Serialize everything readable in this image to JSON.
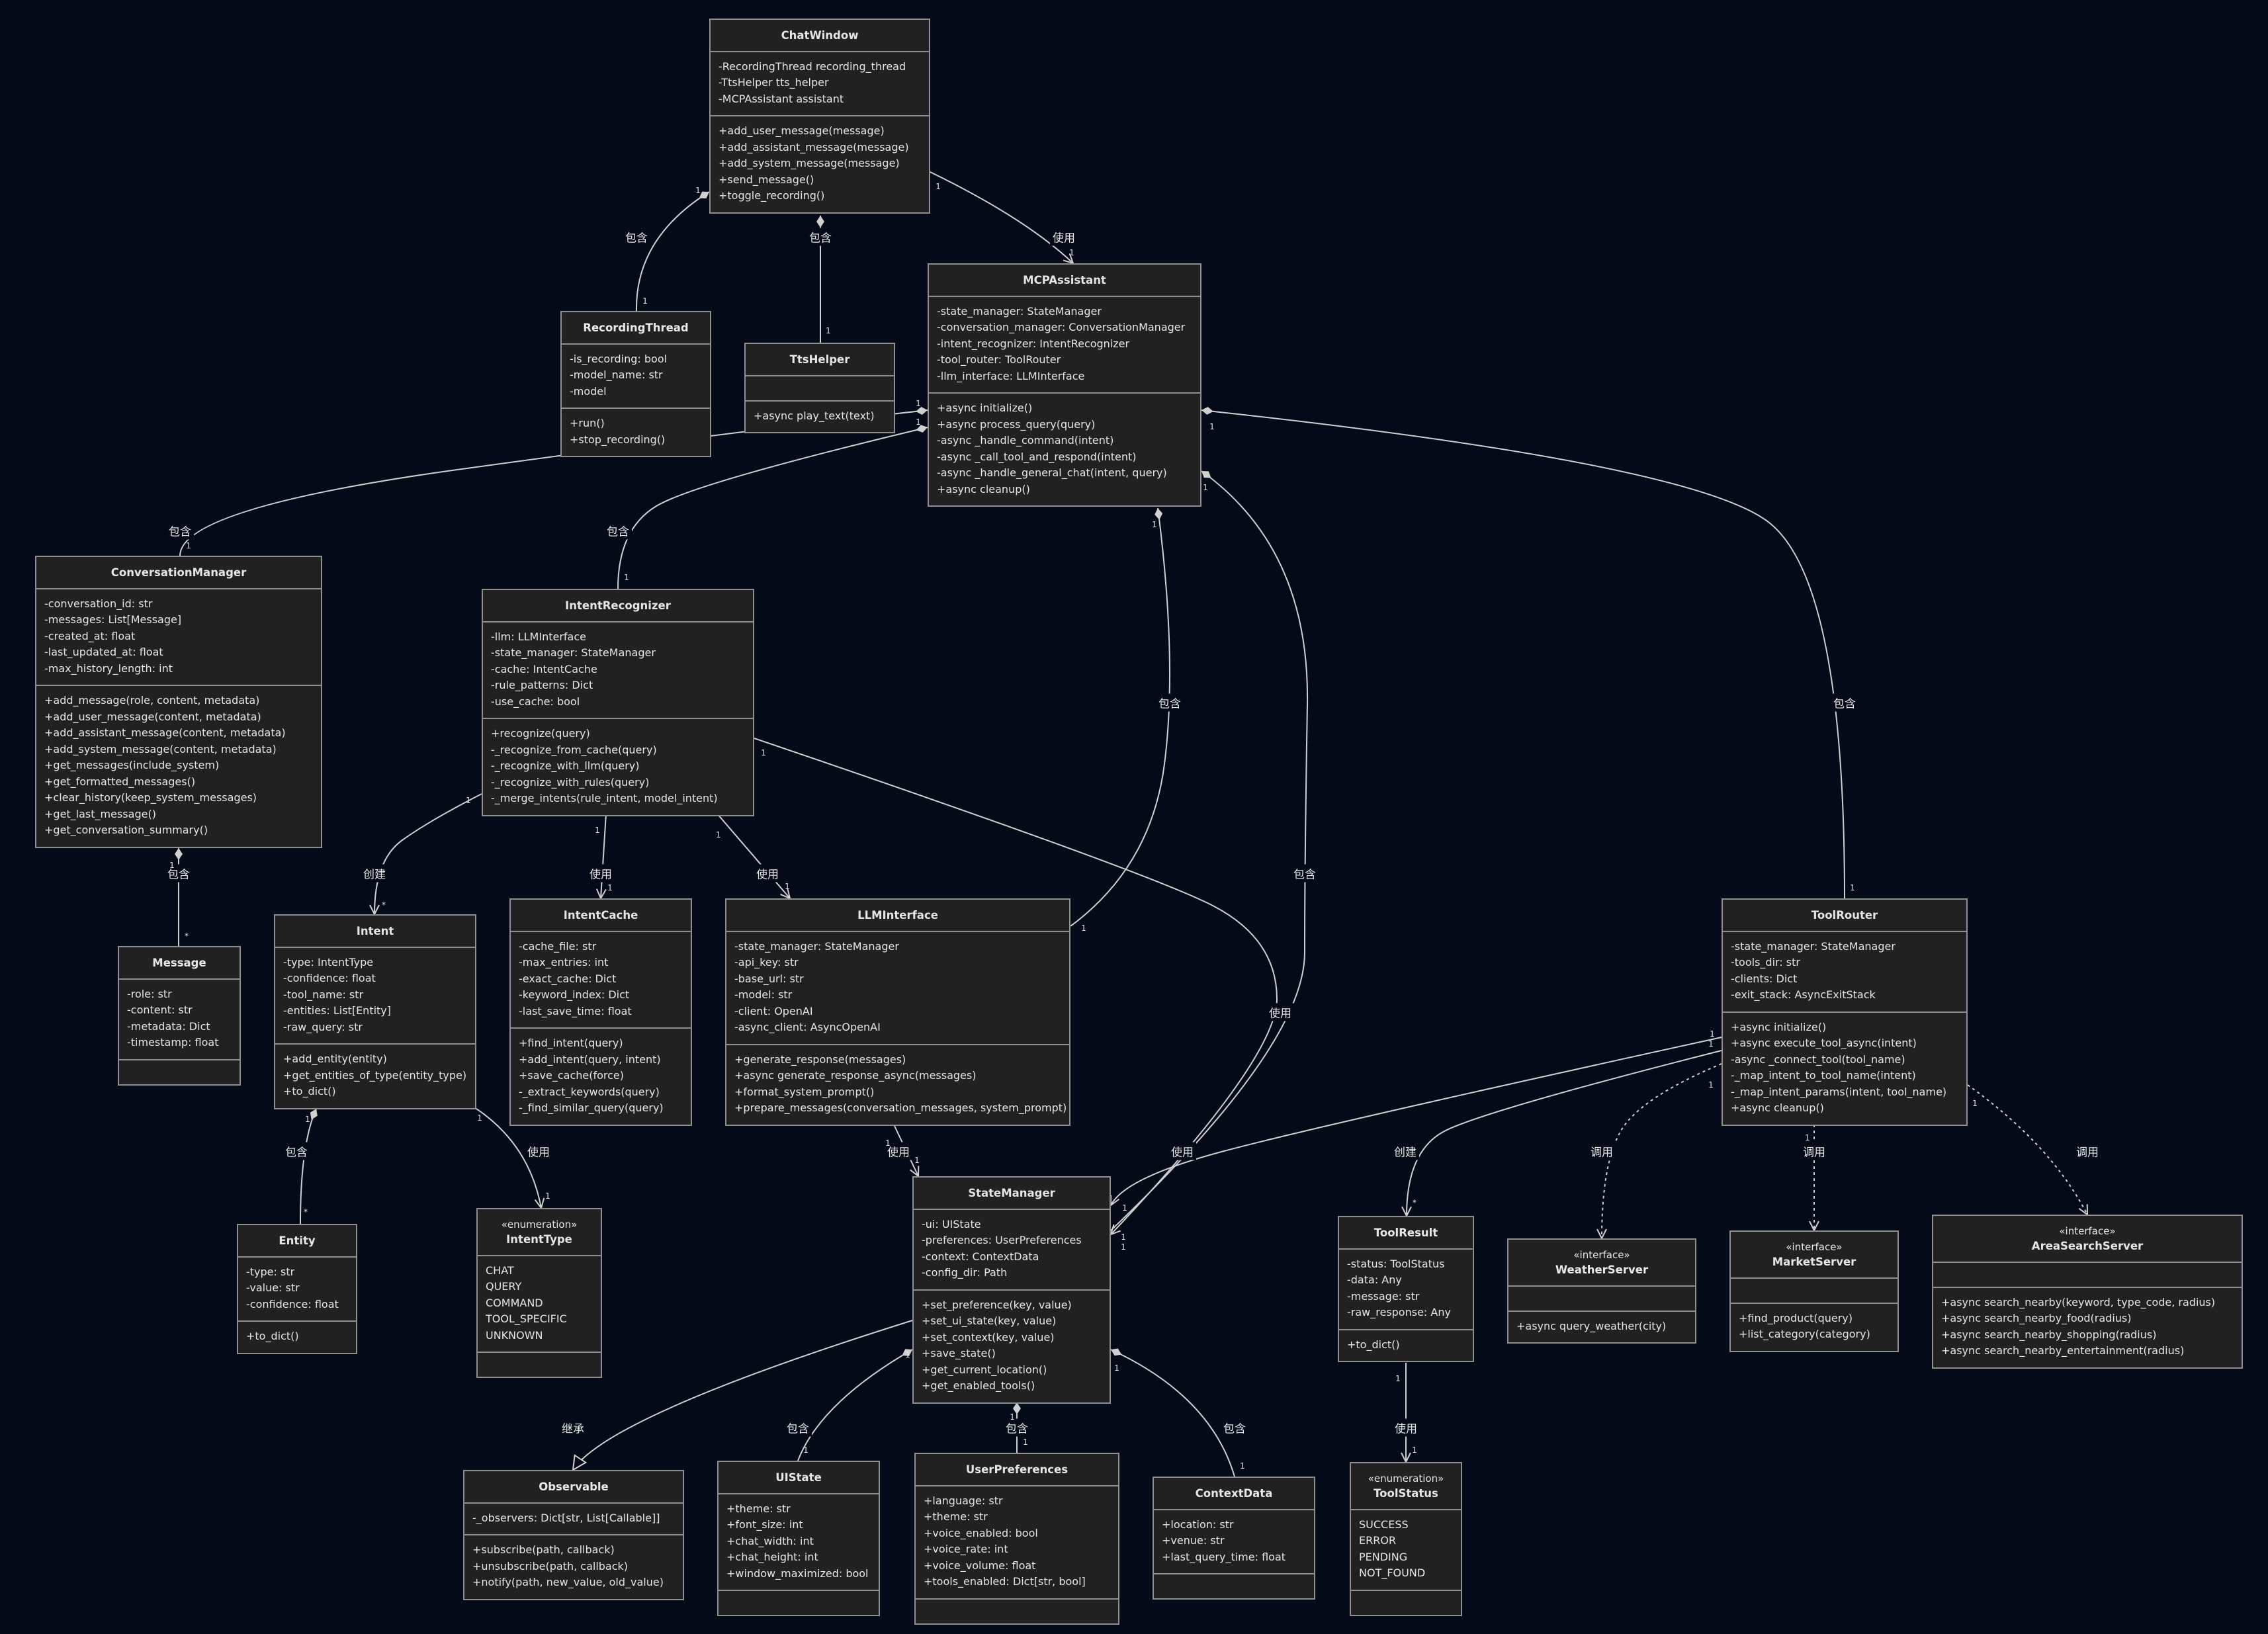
{
  "classes": {
    "chatwindow": {
      "name": "ChatWindow",
      "attrs": [
        "-RecordingThread recording_thread",
        "-TtsHelper tts_helper",
        "-MCPAssistant assistant"
      ],
      "methods": [
        "+add_user_message(message)",
        "+add_assistant_message(message)",
        "+add_system_message(message)",
        "+send_message()",
        "+toggle_recording()"
      ]
    },
    "recordingthread": {
      "name": "RecordingThread",
      "attrs": [
        "-is_recording: bool",
        "-model_name: str",
        "-model"
      ],
      "methods": [
        "+run()",
        "+stop_recording()"
      ]
    },
    "ttshelper": {
      "name": "TtsHelper",
      "attrs": [],
      "methods": [
        "+async play_text(text)"
      ]
    },
    "mcpassistant": {
      "name": "MCPAssistant",
      "attrs": [
        "-state_manager: StateManager",
        "-conversation_manager: ConversationManager",
        "-intent_recognizer: IntentRecognizer",
        "-tool_router: ToolRouter",
        "-llm_interface: LLMInterface"
      ],
      "methods": [
        "+async initialize()",
        "+async process_query(query)",
        "-async _handle_command(intent)",
        "-async _call_tool_and_respond(intent)",
        "-async _handle_general_chat(intent, query)",
        "+async cleanup()"
      ]
    },
    "conversationmanager": {
      "name": "ConversationManager",
      "attrs": [
        "-conversation_id: str",
        "-messages: List[Message]",
        "-created_at: float",
        "-last_updated_at: float",
        "-max_history_length: int"
      ],
      "methods": [
        "+add_message(role, content, metadata)",
        "+add_user_message(content, metadata)",
        "+add_assistant_message(content, metadata)",
        "+add_system_message(content, metadata)",
        "+get_messages(include_system)",
        "+get_formatted_messages()",
        "+clear_history(keep_system_messages)",
        "+get_last_message()",
        "+get_conversation_summary()"
      ]
    },
    "message": {
      "name": "Message",
      "attrs": [
        "-role: str",
        "-content: str",
        "-metadata: Dict",
        "-timestamp: float"
      ],
      "methods": []
    },
    "intentrecognizer": {
      "name": "IntentRecognizer",
      "attrs": [
        "-llm: LLMInterface",
        "-state_manager: StateManager",
        "-cache: IntentCache",
        "-rule_patterns: Dict",
        "-use_cache: bool"
      ],
      "methods": [
        "+recognize(query)",
        "-_recognize_from_cache(query)",
        "-_recognize_with_llm(query)",
        "-_recognize_with_rules(query)",
        "-_merge_intents(rule_intent, model_intent)"
      ]
    },
    "intent": {
      "name": "Intent",
      "attrs": [
        "-type: IntentType",
        "-confidence: float",
        "-tool_name: str",
        "-entities: List[Entity]",
        "-raw_query: str"
      ],
      "methods": [
        "+add_entity(entity)",
        "+get_entities_of_type(entity_type)",
        "+to_dict()"
      ]
    },
    "intentcache": {
      "name": "IntentCache",
      "attrs": [
        "-cache_file: str",
        "-max_entries: int",
        "-exact_cache: Dict",
        "-keyword_index: Dict",
        "-last_save_time: float"
      ],
      "methods": [
        "+find_intent(query)",
        "+add_intent(query, intent)",
        "+save_cache(force)",
        "-_extract_keywords(query)",
        "-_find_similar_query(query)"
      ]
    },
    "llminterface": {
      "name": "LLMInterface",
      "attrs": [
        "-state_manager: StateManager",
        "-api_key: str",
        "-base_url: str",
        "-model: str",
        "-client: OpenAI",
        "-async_client: AsyncOpenAI"
      ],
      "methods": [
        "+generate_response(messages)",
        "+async generate_response_async(messages)",
        "+format_system_prompt()",
        "+prepare_messages(conversation_messages, system_prompt)"
      ]
    },
    "toolrouter": {
      "name": "ToolRouter",
      "attrs": [
        "-state_manager: StateManager",
        "-tools_dir: str",
        "-clients: Dict",
        "-exit_stack: AsyncExitStack"
      ],
      "methods": [
        "+async initialize()",
        "+async execute_tool_async(intent)",
        "-async _connect_tool(tool_name)",
        "-_map_intent_to_tool_name(intent)",
        "-_map_intent_params(intent, tool_name)",
        "+async cleanup()"
      ]
    },
    "entity": {
      "name": "Entity",
      "attrs": [
        "-type: str",
        "-value: str",
        "-confidence: float"
      ],
      "methods": [
        "+to_dict()"
      ]
    },
    "intenttype": {
      "name": "IntentType",
      "stereotype": "«enumeration»",
      "attrs": [
        "CHAT",
        "QUERY",
        "COMMAND",
        "TOOL_SPECIFIC",
        "UNKNOWN"
      ],
      "methods": []
    },
    "statemanager": {
      "name": "StateManager",
      "attrs": [
        "-ui: UIState",
        "-preferences: UserPreferences",
        "-context: ContextData",
        "-config_dir: Path"
      ],
      "methods": [
        "+set_preference(key, value)",
        "+set_ui_state(key, value)",
        "+set_context(key, value)",
        "+save_state()",
        "+get_current_location()",
        "+get_enabled_tools()"
      ]
    },
    "toolresult": {
      "name": "ToolResult",
      "attrs": [
        "-status: ToolStatus",
        "-data: Any",
        "-message: str",
        "-raw_response: Any"
      ],
      "methods": [
        "+to_dict()"
      ]
    },
    "weatherserver": {
      "name": "WeatherServer",
      "stereotype": "«interface»",
      "attrs": [],
      "methods": [
        "+async query_weather(city)"
      ]
    },
    "marketserver": {
      "name": "MarketServer",
      "stereotype": "«interface»",
      "attrs": [],
      "methods": [
        "+find_product(query)",
        "+list_category(category)"
      ]
    },
    "areasearchserver": {
      "name": "AreaSearchServer",
      "stereotype": "«interface»",
      "attrs": [],
      "methods": [
        "+async search_nearby(keyword, type_code, radius)",
        "+async search_nearby_food(radius)",
        "+async search_nearby_shopping(radius)",
        "+async search_nearby_entertainment(radius)"
      ]
    },
    "observable": {
      "name": "Observable",
      "attrs": [
        "-_observers: Dict[str, List[Callable]]"
      ],
      "methods": [
        "+subscribe(path, callback)",
        "+unsubscribe(path, callback)",
        "+notify(path, new_value, old_value)"
      ]
    },
    "uistate": {
      "name": "UIState",
      "attrs": [
        "+theme: str",
        "+font_size: int",
        "+chat_width: int",
        "+chat_height: int",
        "+window_maximized: bool"
      ],
      "methods": []
    },
    "userpreferences": {
      "name": "UserPreferences",
      "attrs": [
        "+language: str",
        "+theme: str",
        "+voice_enabled: bool",
        "+voice_rate: int",
        "+voice_volume: float",
        "+tools_enabled: Dict[str, bool]"
      ],
      "methods": []
    },
    "contextdata": {
      "name": "ContextData",
      "attrs": [
        "+location: str",
        "+venue: str",
        "+last_query_time: float"
      ],
      "methods": []
    },
    "toolstatus": {
      "name": "ToolStatus",
      "stereotype": "«enumeration»",
      "attrs": [
        "SUCCESS",
        "ERROR",
        "PENDING",
        "NOT_FOUND"
      ],
      "methods": []
    }
  },
  "relations": [
    {
      "from": "chatwindow",
      "to": "recordingthread",
      "kind": "composition",
      "label": "包含",
      "from_card": "1",
      "to_card": "1"
    },
    {
      "from": "chatwindow",
      "to": "ttshelper",
      "kind": "composition",
      "label": "包含",
      "from_card": "",
      "to_card": "1"
    },
    {
      "from": "chatwindow",
      "to": "mcpassistant",
      "kind": "association",
      "label": "使用",
      "from_card": "1",
      "to_card": "1"
    },
    {
      "from": "mcpassistant",
      "to": "conversationmanager",
      "kind": "composition",
      "label": "包含",
      "from_card": "1",
      "to_card": "1"
    },
    {
      "from": "mcpassistant",
      "to": "intentrecognizer",
      "kind": "composition",
      "label": "包含",
      "from_card": "1",
      "to_card": "1"
    },
    {
      "from": "mcpassistant",
      "to": "llminterface",
      "kind": "composition",
      "label": "包含",
      "from_card": "1",
      "to_card": "1"
    },
    {
      "from": "mcpassistant",
      "to": "statemanager",
      "kind": "composition",
      "label": "包含",
      "from_card": "1",
      "to_card": "1"
    },
    {
      "from": "mcpassistant",
      "to": "toolrouter",
      "kind": "composition",
      "label": "包含",
      "from_card": "1",
      "to_card": "1"
    },
    {
      "from": "conversationmanager",
      "to": "message",
      "kind": "composition",
      "label": "包含",
      "from_card": "1",
      "to_card": "*"
    },
    {
      "from": "intentrecognizer",
      "to": "intent",
      "kind": "association",
      "label": "创建",
      "from_card": "1",
      "to_card": "*"
    },
    {
      "from": "intentrecognizer",
      "to": "intentcache",
      "kind": "association",
      "label": "使用",
      "from_card": "1",
      "to_card": "1"
    },
    {
      "from": "intentrecognizer",
      "to": "llminterface",
      "kind": "association",
      "label": "使用",
      "from_card": "1",
      "to_card": "1"
    },
    {
      "from": "intentrecognizer",
      "to": "statemanager",
      "kind": "association",
      "label": "使用",
      "from_card": "1",
      "to_card": "1"
    },
    {
      "from": "intent",
      "to": "entity",
      "kind": "composition",
      "label": "包含",
      "from_card": "1",
      "to_card": "*"
    },
    {
      "from": "intent",
      "to": "intenttype",
      "kind": "association",
      "label": "使用",
      "from_card": "1",
      "to_card": "1"
    },
    {
      "from": "llminterface",
      "to": "statemanager",
      "kind": "association",
      "label": "使用",
      "from_card": "1",
      "to_card": "1"
    },
    {
      "from": "toolrouter",
      "to": "statemanager",
      "kind": "association",
      "label": "使用",
      "from_card": "1",
      "to_card": "1"
    },
    {
      "from": "toolrouter",
      "to": "toolresult",
      "kind": "association",
      "label": "创建",
      "from_card": "1",
      "to_card": "*"
    },
    {
      "from": "toolrouter",
      "to": "weatherserver",
      "kind": "dependency",
      "label": "调用",
      "from_card": "1",
      "to_card": ""
    },
    {
      "from": "toolrouter",
      "to": "marketserver",
      "kind": "dependency",
      "label": "调用",
      "from_card": "1",
      "to_card": ""
    },
    {
      "from": "toolrouter",
      "to": "areasearchserver",
      "kind": "dependency",
      "label": "调用",
      "from_card": "1",
      "to_card": ""
    },
    {
      "from": "toolresult",
      "to": "toolstatus",
      "kind": "association",
      "label": "使用",
      "from_card": "1",
      "to_card": "1"
    },
    {
      "from": "statemanager",
      "to": "observable",
      "kind": "inheritance",
      "label": "继承",
      "from_card": "",
      "to_card": ""
    },
    {
      "from": "statemanager",
      "to": "uistate",
      "kind": "composition",
      "label": "包含",
      "from_card": "1",
      "to_card": "1"
    },
    {
      "from": "statemanager",
      "to": "userpreferences",
      "kind": "composition",
      "label": "包含",
      "from_card": "1",
      "to_card": "1"
    },
    {
      "from": "statemanager",
      "to": "contextdata",
      "kind": "composition",
      "label": "包含",
      "from_card": "1",
      "to_card": "1"
    }
  ],
  "colors": {
    "background": "#050a19",
    "box_fill": "#212121",
    "box_border": "#8f8f8f",
    "line": "#d0d0d0",
    "text": "#e6e6e6"
  }
}
